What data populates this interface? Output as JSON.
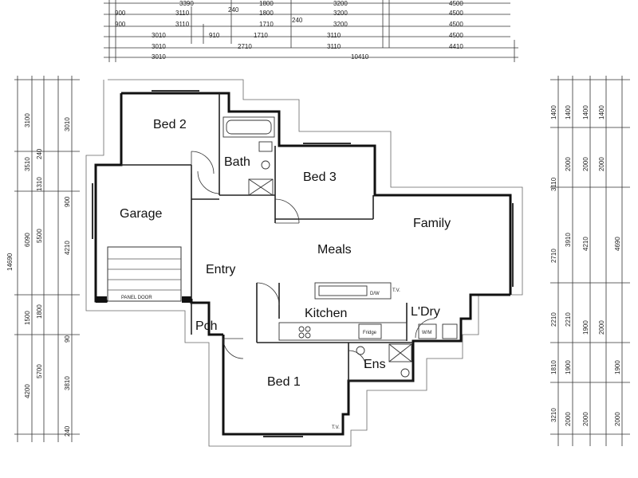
{
  "rooms": {
    "bed2": "Bed 2",
    "bath": "Bath",
    "bed3": "Bed 3",
    "garage": "Garage",
    "family": "Family",
    "meals": "Meals",
    "entry": "Entry",
    "kitchen": "Kitchen",
    "ldry": "L'Dry",
    "pch": "Pch",
    "ens": "Ens",
    "bed1": "Bed 1"
  },
  "annotations": {
    "panel_door": "PANEL DOOR",
    "dw": "D/W",
    "tv1": "T.V.",
    "tv2": "T.V.",
    "fridge": "Fridge",
    "wm": "W/M"
  },
  "top_dimensions": {
    "row1": [
      "3390",
      "1800",
      "3200",
      "4500"
    ],
    "row2": [
      "900",
      "3110",
      "240",
      "1800",
      "3200",
      "4500"
    ],
    "row3": [
      "900",
      "3110",
      "1710",
      "240",
      "3200",
      "4500"
    ],
    "row4": [
      "3010",
      "910",
      "1710",
      "3110",
      "4500"
    ],
    "row5": [
      "3010",
      "2710",
      "3110",
      "4410"
    ],
    "row6": [
      "3010",
      "10410"
    ]
  },
  "left_dimensions": {
    "total": "14690",
    "col1": [
      "3100",
      "3510",
      "6090",
      "1500",
      "4200"
    ],
    "col2": [
      "240",
      "1310",
      "5500",
      "1800",
      "5700"
    ],
    "col3": [
      "3010",
      "900",
      "4210",
      "90",
      "3810",
      "240"
    ]
  },
  "right_dimensions": {
    "col1": [
      "1400",
      "3110",
      "2710",
      "2210",
      "1810",
      "3210"
    ],
    "col2": [
      "1400",
      "2000",
      "3910",
      "2210",
      "1900",
      "2000"
    ],
    "col3": [
      "1400",
      "2000",
      "4210",
      "1900",
      "2000"
    ],
    "col4": [
      "1400",
      "2000",
      "4690",
      "2000",
      "1900",
      "2000"
    ]
  }
}
